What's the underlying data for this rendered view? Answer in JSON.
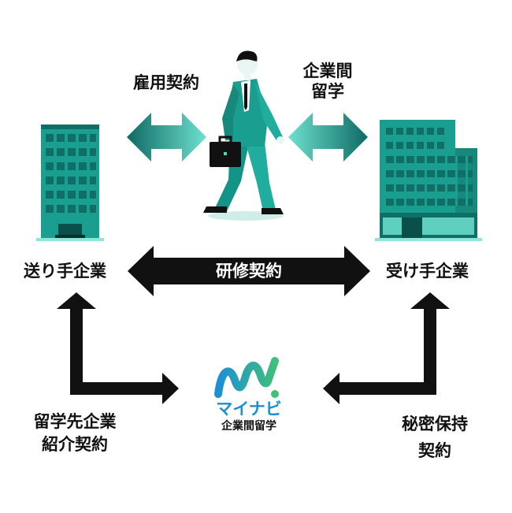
{
  "labels": {
    "employment_contract": "雇用契約",
    "interco_line1": "企業間",
    "interco_line2": "留学",
    "training_contract": "研修契約",
    "sending_company": "送り手企業",
    "receiving_company": "受け手企業",
    "referral_line1": "留学先企業",
    "referral_line2": "紹介契約",
    "nda_line1": "秘密保持",
    "nda_line2": "契約"
  },
  "logo": {
    "brand": "マイナビ",
    "sub": "企業間留学"
  },
  "colors": {
    "teal": "#1a9e8f",
    "teal_light": "#5fd0c0",
    "teal_dark": "#0f6e66",
    "black": "#111111",
    "logo_blue": "#1c8fd6",
    "logo_green": "#3fbf7a"
  }
}
